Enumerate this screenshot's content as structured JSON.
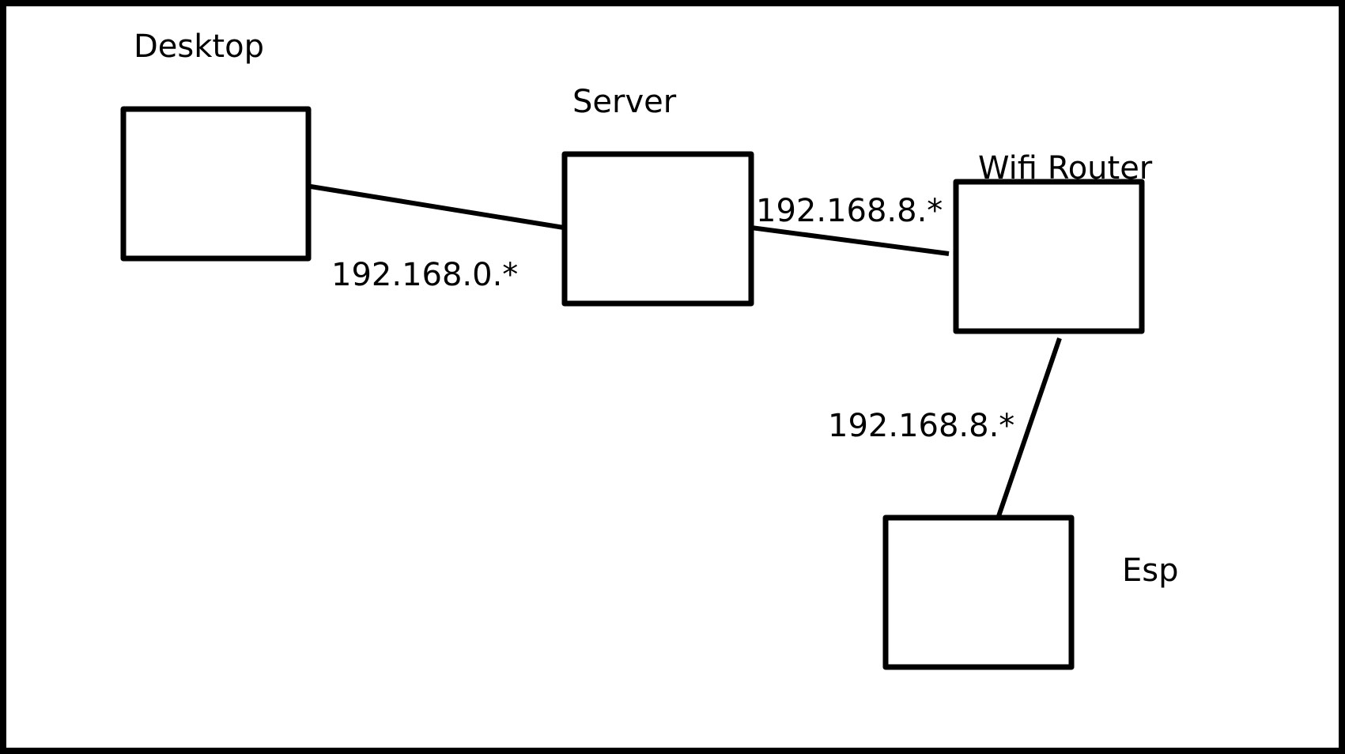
{
  "diagram": {
    "nodes": [
      {
        "id": "desktop",
        "label": "Desktop"
      },
      {
        "id": "server",
        "label": "Server"
      },
      {
        "id": "wifi-router",
        "label": "Wifi Router"
      },
      {
        "id": "esp",
        "label": "Esp"
      }
    ],
    "edges": [
      {
        "from": "desktop",
        "to": "server",
        "label": "192.168.0.*"
      },
      {
        "from": "server",
        "to": "wifi-router",
        "label": "192.168.8.*"
      },
      {
        "from": "wifi-router",
        "to": "esp",
        "label": "192.168.8.*"
      }
    ]
  }
}
